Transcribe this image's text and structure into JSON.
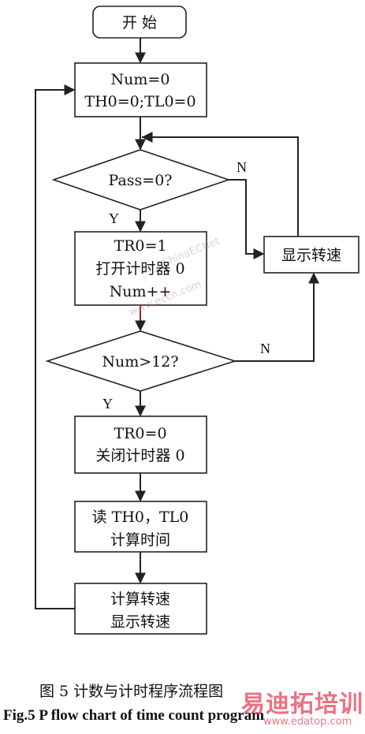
{
  "nodes": {
    "start": "开 始",
    "init_line1": "Num=0",
    "init_line2": "TH0=0;TL0=0",
    "pass_decision": "Pass=0?",
    "start_timer_line1": "TR0=1",
    "start_timer_line2": "打开计时器 0",
    "start_timer_line3": "Num++",
    "show_speed": "显示转速",
    "num_decision": "Num>12?",
    "stop_timer_line1": "TR0=0",
    "stop_timer_line2": "关闭计时器 0",
    "read_line1": "读 TH0，TL0",
    "read_line2": "计算时间",
    "calc_line1": "计算转速",
    "calc_line2": "显示转速"
  },
  "edge_labels": {
    "pass_no": "N",
    "pass_yes": "Y",
    "num_no": "N",
    "num_yes": "Y"
  },
  "caption": {
    "chinese": "图 5  计数与计时程序流程图",
    "english": "Fig.5 P flow chart of time count program"
  },
  "watermarks": {
    "diagram_site": "ChinaECNet",
    "diagram_url": "www.eccn.com",
    "site_name": "易迪拓培训",
    "site_url": "www.edatop.com"
  },
  "colors": {
    "line": "#222222",
    "watermark": "#e23c50"
  }
}
